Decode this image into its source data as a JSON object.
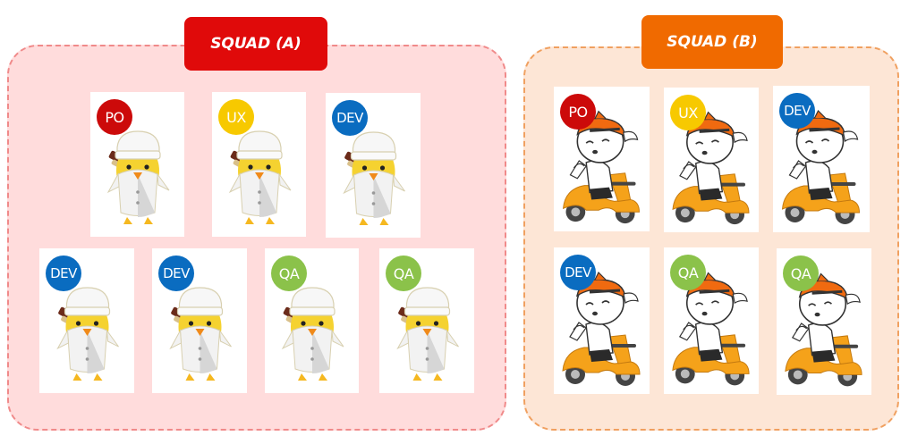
{
  "colors": {
    "PO": "#cc0a0a",
    "UX": "#f7c900",
    "DEV": "#0a6cc0",
    "QA": "#8bc24a"
  },
  "squads": [
    {
      "title": "SQUAD (A)",
      "title_color": "#e00a0a",
      "character": "chick-baker-icon",
      "members": [
        "PO",
        "UX",
        "DEV",
        "DEV",
        "DEV",
        "QA",
        "QA"
      ]
    },
    {
      "title": "SQUAD (B)",
      "title_color": "#f06a00",
      "character": "scooter-rider-icon",
      "members": [
        "PO",
        "UX",
        "DEV",
        "DEV",
        "QA",
        "QA"
      ]
    }
  ]
}
